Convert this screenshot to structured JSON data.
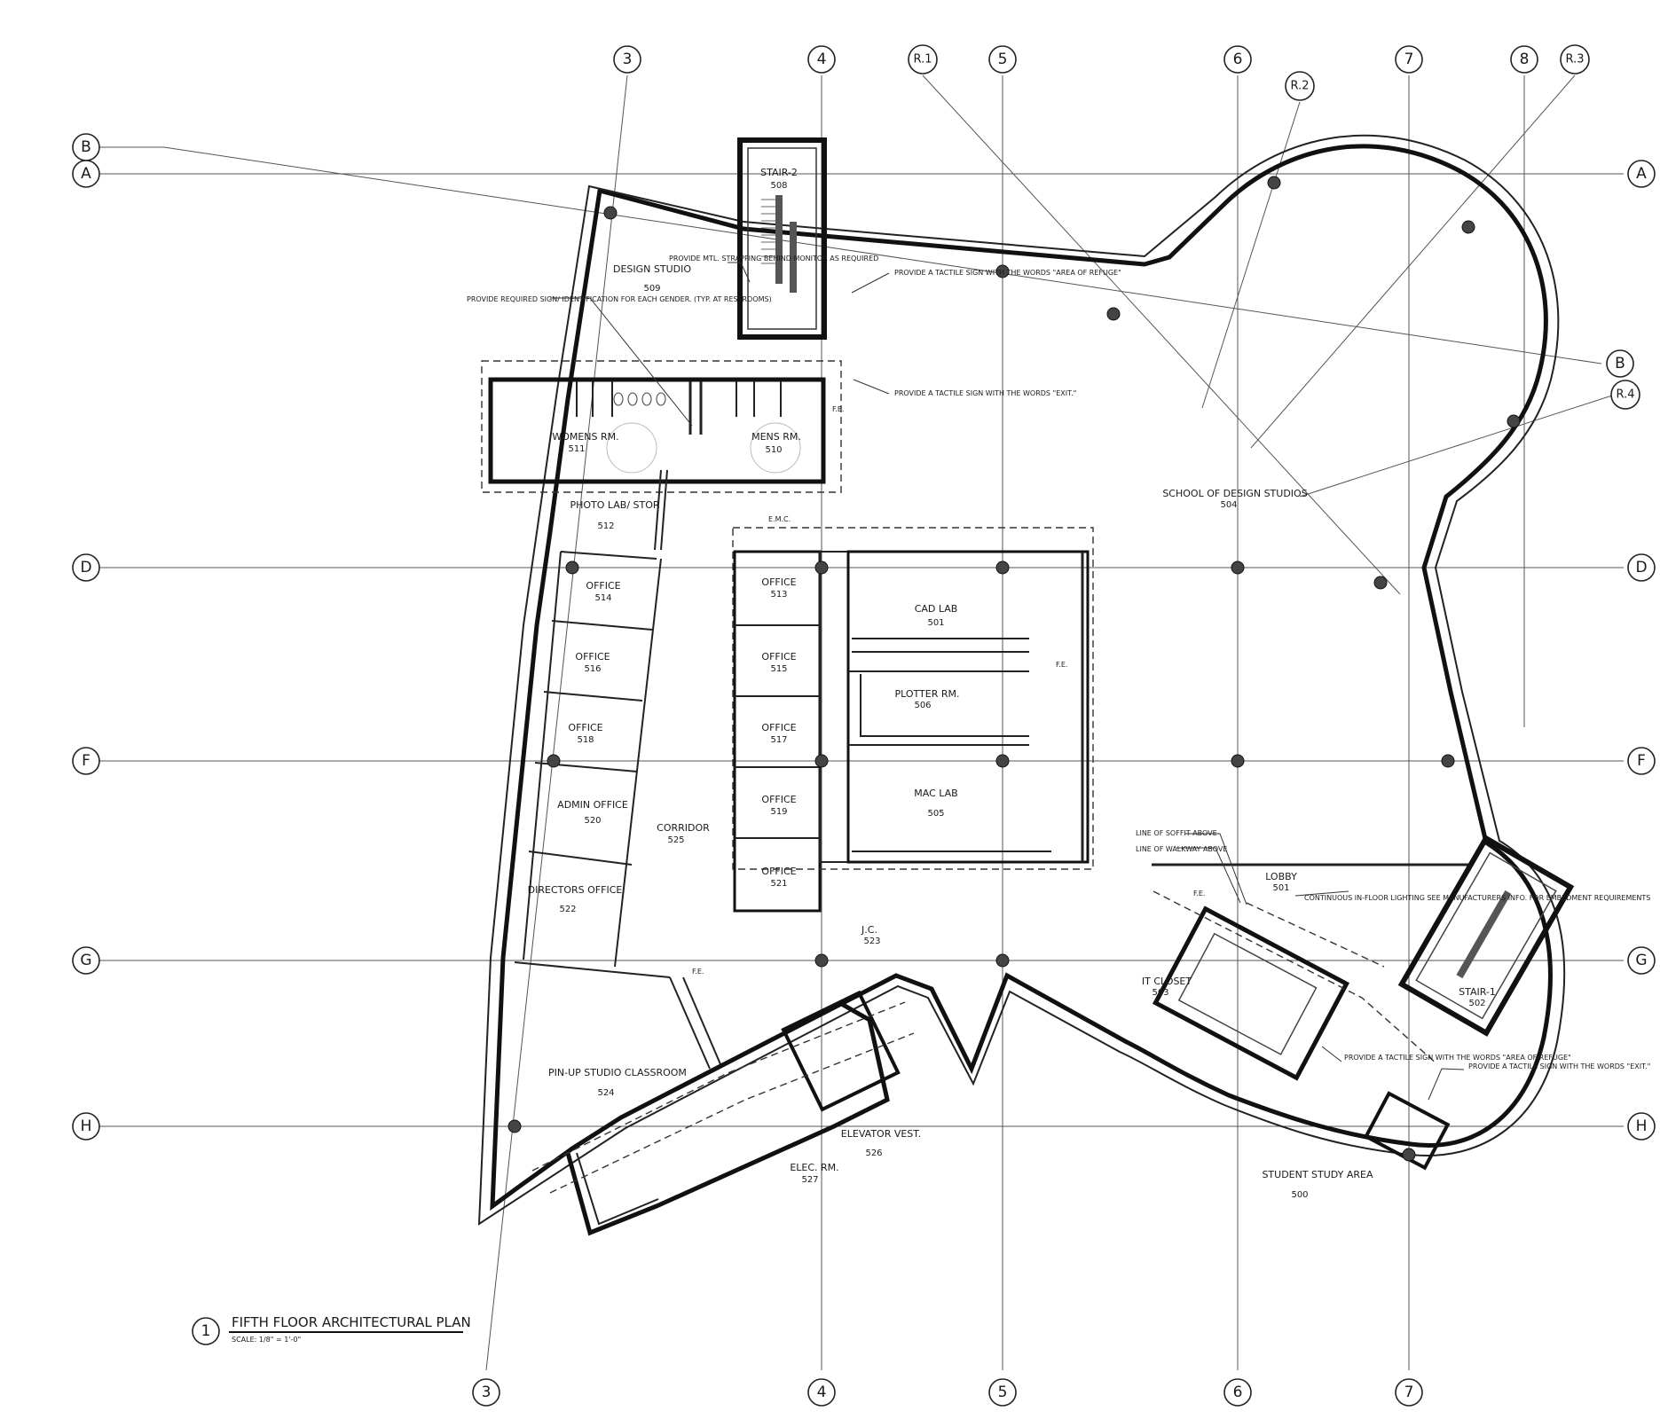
{
  "title": {
    "number": "1",
    "text": "FIFTH FLOOR ARCHITECTURAL PLAN",
    "scale": "SCALE: 1/8\" = 1'-0\""
  },
  "grid_columns": [
    "3",
    "4",
    "R.1",
    "5",
    "6",
    "R.2",
    "7",
    "8",
    "R.3",
    "R.4"
  ],
  "grid_rows": [
    "A",
    "B",
    "D",
    "F",
    "G",
    "H"
  ],
  "rooms": [
    {
      "name": "STAIR-2",
      "number": "508"
    },
    {
      "name": "DESIGN STUDIO",
      "number": "509"
    },
    {
      "name": "WOMENS RM.",
      "number": "511"
    },
    {
      "name": "MENS RM.",
      "number": "510"
    },
    {
      "name": "PHOTO LAB/ STOR",
      "number": "512"
    },
    {
      "name": "OFFICE",
      "number": "514"
    },
    {
      "name": "OFFICE",
      "number": "516"
    },
    {
      "name": "OFFICE",
      "number": "518"
    },
    {
      "name": "ADMIN OFFICE",
      "number": "520"
    },
    {
      "name": "DIRECTORS OFFICE",
      "number": "522"
    },
    {
      "name": "CORRIDOR",
      "number": "525"
    },
    {
      "name": "OFFICE",
      "number": "513"
    },
    {
      "name": "OFFICE",
      "number": "515"
    },
    {
      "name": "OFFICE",
      "number": "517"
    },
    {
      "name": "OFFICE",
      "number": "519"
    },
    {
      "name": "OFFICE",
      "number": "521"
    },
    {
      "name": "CAD LAB",
      "number": "501"
    },
    {
      "name": "PLOTTER RM.",
      "number": "506"
    },
    {
      "name": "MAC LAB",
      "number": "505"
    },
    {
      "name": "J.C.",
      "number": "523"
    },
    {
      "name": "PIN-UP STUDIO CLASSROOM",
      "number": "524"
    },
    {
      "name": "ELEVATOR VEST.",
      "number": "526"
    },
    {
      "name": "ELEC. RM.",
      "number": "527"
    },
    {
      "name": "SCHOOL OF DESIGN STUDIOS",
      "number": "504"
    },
    {
      "name": "LOBBY",
      "number": "501"
    },
    {
      "name": "IT CLOSET",
      "number": "503"
    },
    {
      "name": "STAIR-1",
      "number": "502"
    },
    {
      "name": "STUDENT STUDY AREA",
      "number": "500"
    }
  ],
  "notes": {
    "restroom_sign": "PROVIDE REQUIRED SIGN/ IDENTIFICATION FOR EACH GENDER. (TYP. AT RESTROOMS)",
    "strapping": "PROVIDE MTL. STRAPPING BEHIND MONITOR AS REQUIRED",
    "refuge_sign": "PROVIDE A TACTILE SIGN WITH THE WORDS \"AREA OF REFUGE\"",
    "exit_sign": "PROVIDE A TACTILE SIGN WITH THE WORDS \"EXIT.\"",
    "soffit": "LINE OF SOFFIT ABOVE",
    "walkway": "LINE OF WALKWAY ABOVE",
    "lighting": "CONTINUOUS IN-FLOOR LIGHTING SEE MANUFACTURERS INFO. FOR EMBEDMENT REQUIREMENTS",
    "refuge_sign_2": "PROVIDE A TACTILE SIGN WITH THE WORDS \"AREA OF REFUGE\"",
    "exit_sign_2": "PROVIDE A TACTILE SIGN WITH THE WORDS \"EXIT.\"",
    "fe": "F.E.",
    "emc": "E.M.C."
  }
}
